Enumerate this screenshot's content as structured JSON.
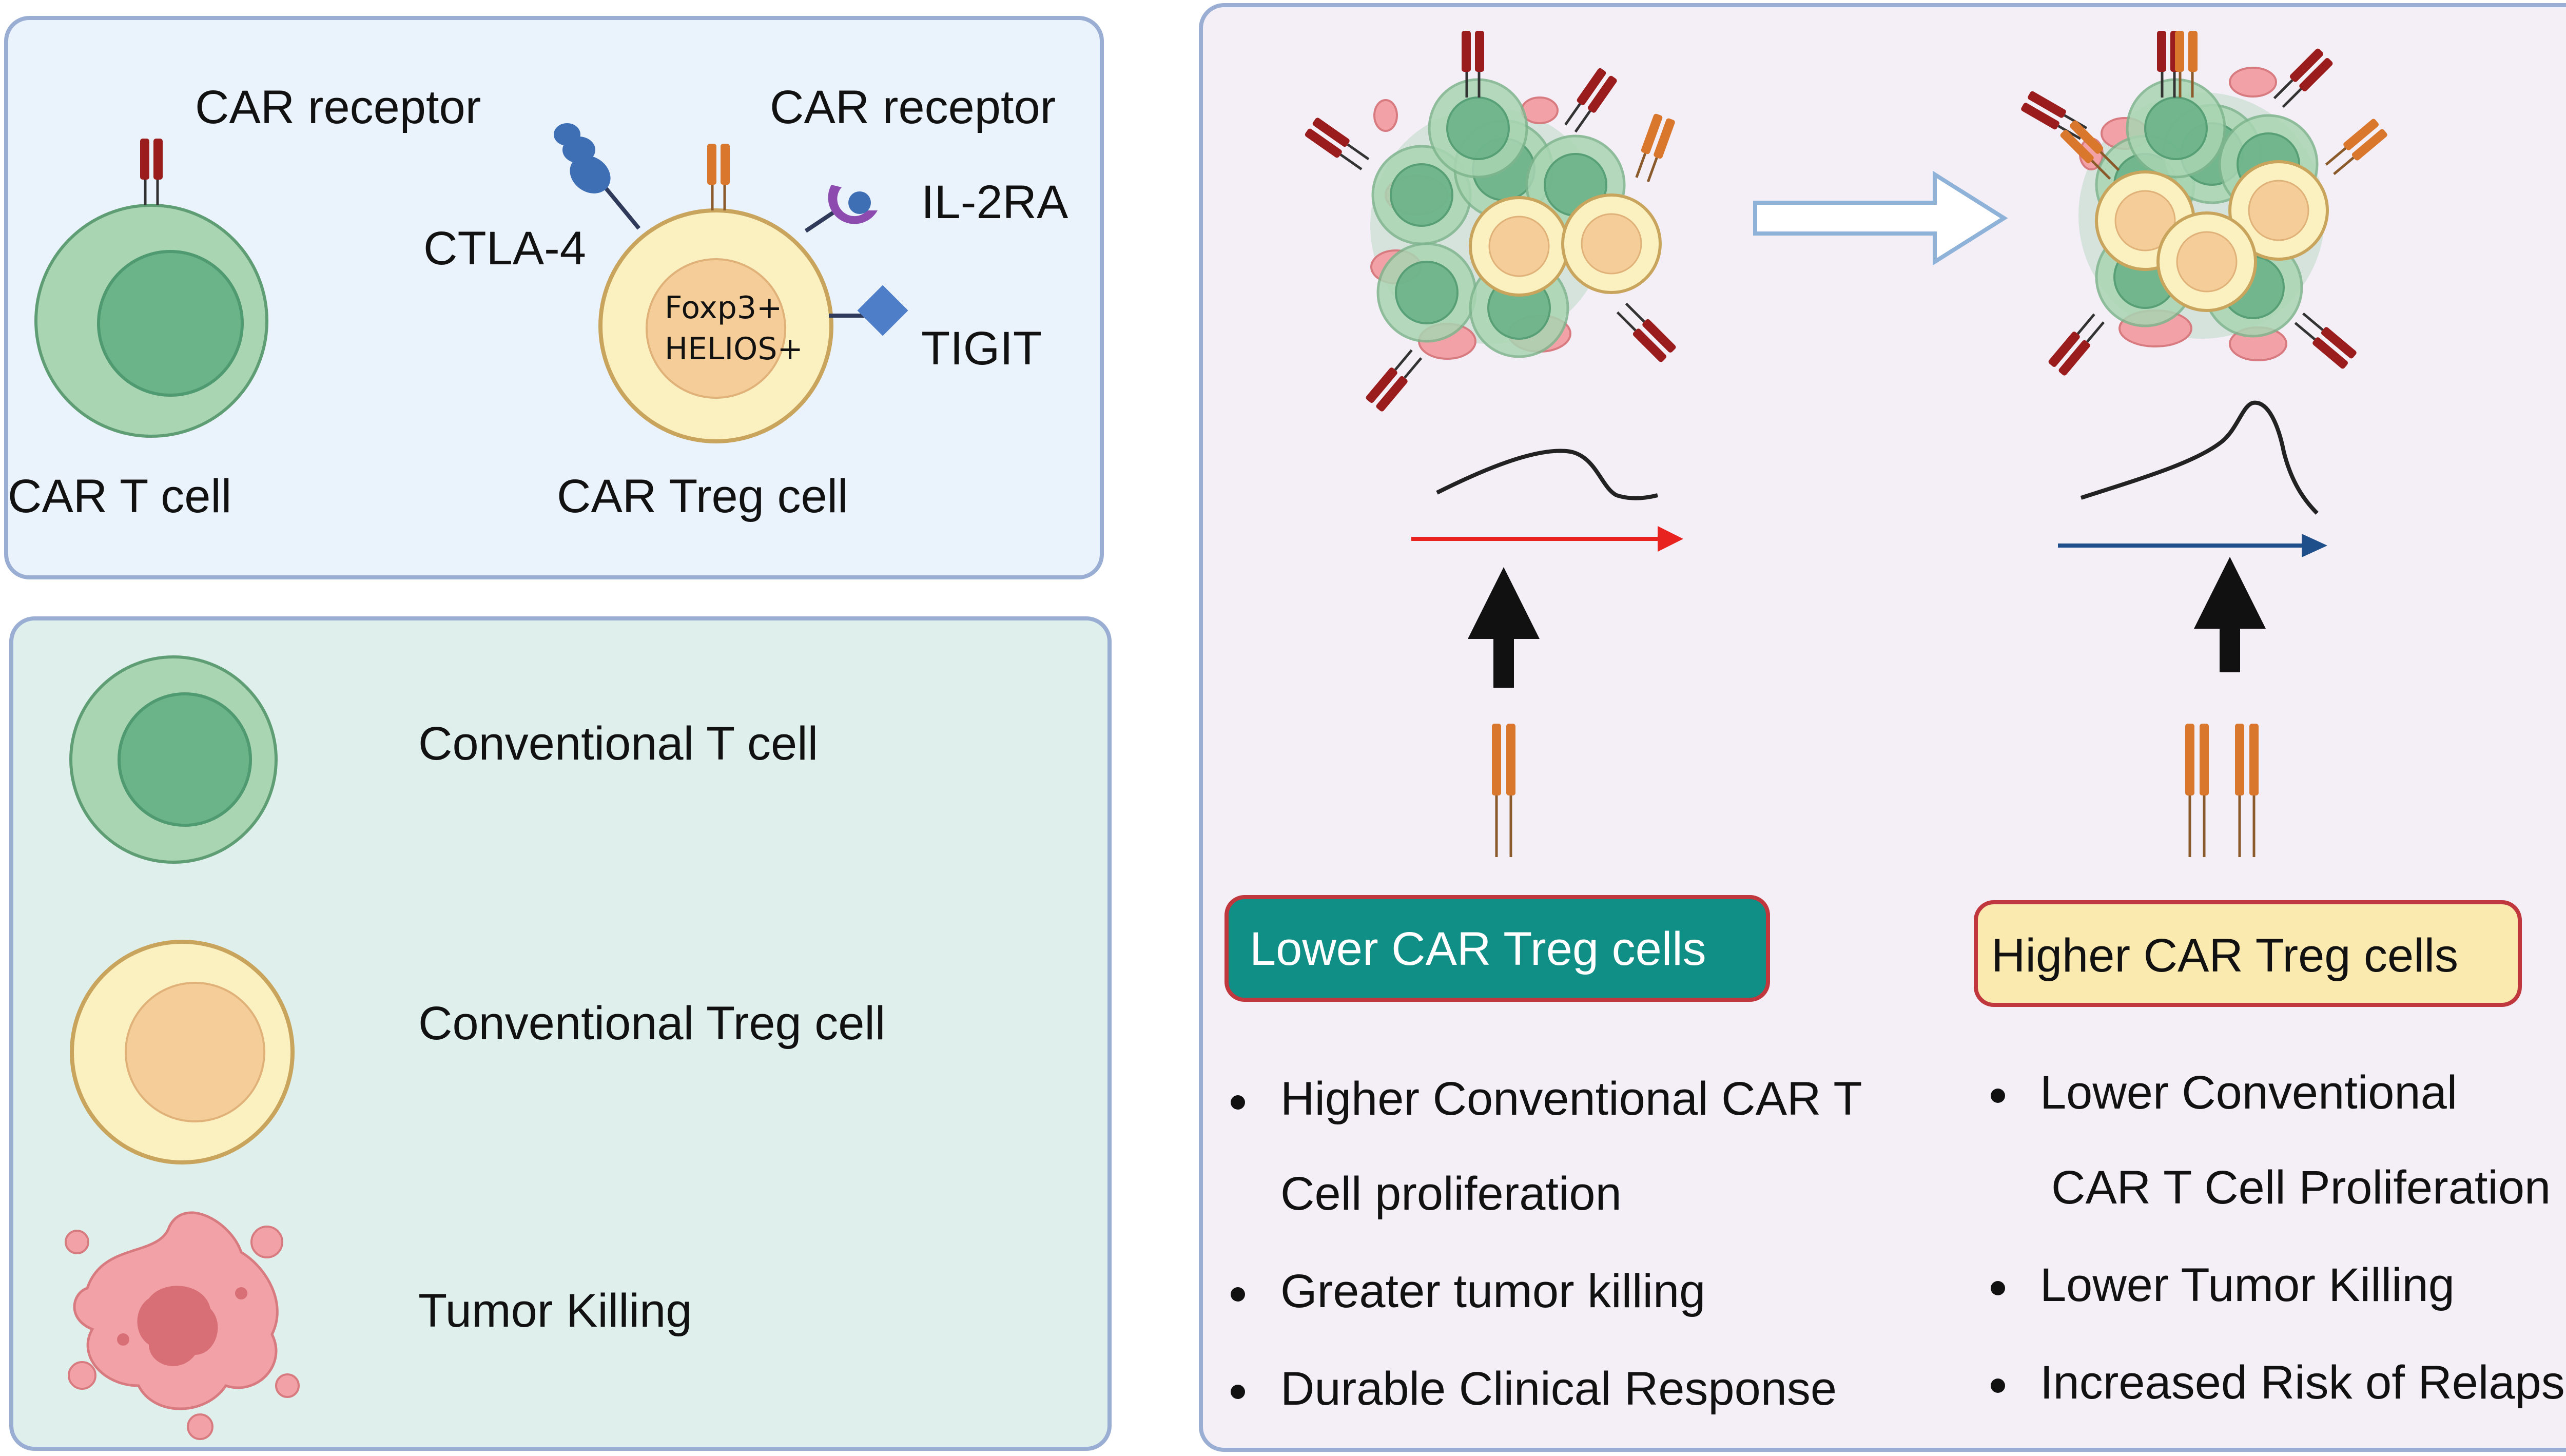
{
  "panel_top_left": {
    "car_t": {
      "receptor_label": "CAR receptor",
      "cell_label": "CAR T cell"
    },
    "car_treg": {
      "receptor_label": "CAR receptor",
      "ctla4_label": "CTLA-4",
      "il2ra_label": "IL-2RA",
      "tigit_label": "TIGIT",
      "nucleus_line1": "Foxp3+",
      "nucleus_line2": "HELIOS+",
      "cell_label": "CAR Treg cell"
    }
  },
  "legend": {
    "items": [
      {
        "icon": "conventional-t-cell-icon",
        "label": "Conventional  T cell"
      },
      {
        "icon": "conventional-treg-cell-icon",
        "label": "Conventional  Treg cell"
      },
      {
        "icon": "tumor-cell-icon",
        "label": "Tumor Killing"
      }
    ]
  },
  "right_panel": {
    "lower": {
      "title": "Lower CAR Treg cells",
      "bullets": [
        "Higher Conventional CAR T",
        "Cell proliferation",
        "Greater tumor killing",
        "Durable Clinical Response"
      ]
    },
    "higher": {
      "title": "Higher CAR Treg cells",
      "bullets": [
        "Lower Conventional",
        "CAR T Cell Proliferation",
        "Lower Tumor Killing",
        "Increased Risk of Relapse"
      ]
    }
  },
  "colors": {
    "top_panel_bg": "#eaf2fb",
    "legend_panel_bg": "#dff0ec",
    "right_panel_bg": "#f4eff6",
    "panel_border": "#9aaed4",
    "t_cell_outer": "#a9d5b2",
    "t_cell_inner": "#6bb389",
    "treg_outer": "#fbf1c0",
    "treg_inner": "#f4cd99",
    "tumor": "#f2a2a6",
    "lower_box": "#0f8f85",
    "higher_box": "#fbeab0",
    "box_border": "#c0383e",
    "red_arrow": "#e8221e",
    "blue_arrow": "#1f4f8a"
  }
}
